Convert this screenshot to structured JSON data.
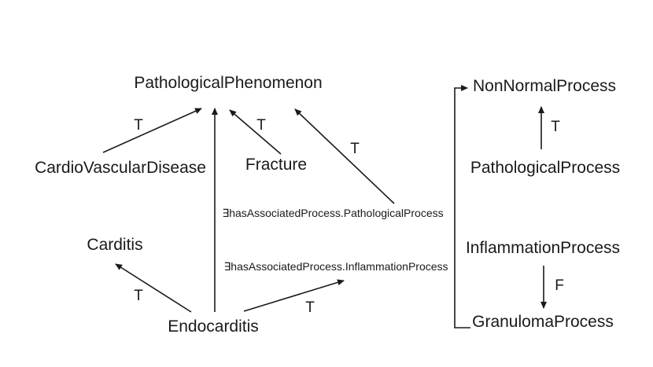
{
  "diagram": {
    "nodes": [
      {
        "id": "PathologicalPhenomenon",
        "label": "PathologicalPhenomenon"
      },
      {
        "id": "CardioVascularDisease",
        "label": "CardioVascularDisease"
      },
      {
        "id": "Fracture",
        "label": "Fracture"
      },
      {
        "id": "Carditis",
        "label": "Carditis"
      },
      {
        "id": "Endocarditis",
        "label": "Endocarditis"
      },
      {
        "id": "NonNormalProcess",
        "label": "NonNormalProcess"
      },
      {
        "id": "PathologicalProcess",
        "label": "PathologicalProcess"
      },
      {
        "id": "InflammationProcess",
        "label": "InflammationProcess"
      },
      {
        "id": "GranulomaProcess",
        "label": "GranulomaProcess"
      }
    ],
    "restrictions": [
      {
        "label": "∃hasAssociatedProcess.PathologicalProcess"
      },
      {
        "label": "∃hasAssociatedProcess.InflammationProcess"
      }
    ],
    "edges": [
      {
        "from": "CardioVascularDisease",
        "to": "PathologicalPhenomenon",
        "label": "T"
      },
      {
        "from": "Endocarditis",
        "to": "PathologicalPhenomenon",
        "label": ""
      },
      {
        "from": "Fracture",
        "to": "PathologicalPhenomenon",
        "label": "T"
      },
      {
        "from": "∃hasAssociatedProcess.PathologicalProcess",
        "to": "PathologicalPhenomenon",
        "label": "T"
      },
      {
        "from": "Endocarditis",
        "to": "Carditis",
        "label": "T"
      },
      {
        "from": "Endocarditis",
        "to": "∃hasAssociatedProcess.InflammationProcess",
        "label": "T"
      },
      {
        "from": "PathologicalProcess",
        "to": "NonNormalProcess",
        "label": "T"
      },
      {
        "from": "InflammationProcess",
        "to": "GranulomaProcess",
        "label": "F"
      },
      {
        "from": "GranulomaProcess",
        "to": "NonNormalProcess",
        "label": ""
      }
    ],
    "colors": {
      "line": "#1a1a1a",
      "text": "#1a1a1a",
      "background": "#ffffff"
    }
  }
}
